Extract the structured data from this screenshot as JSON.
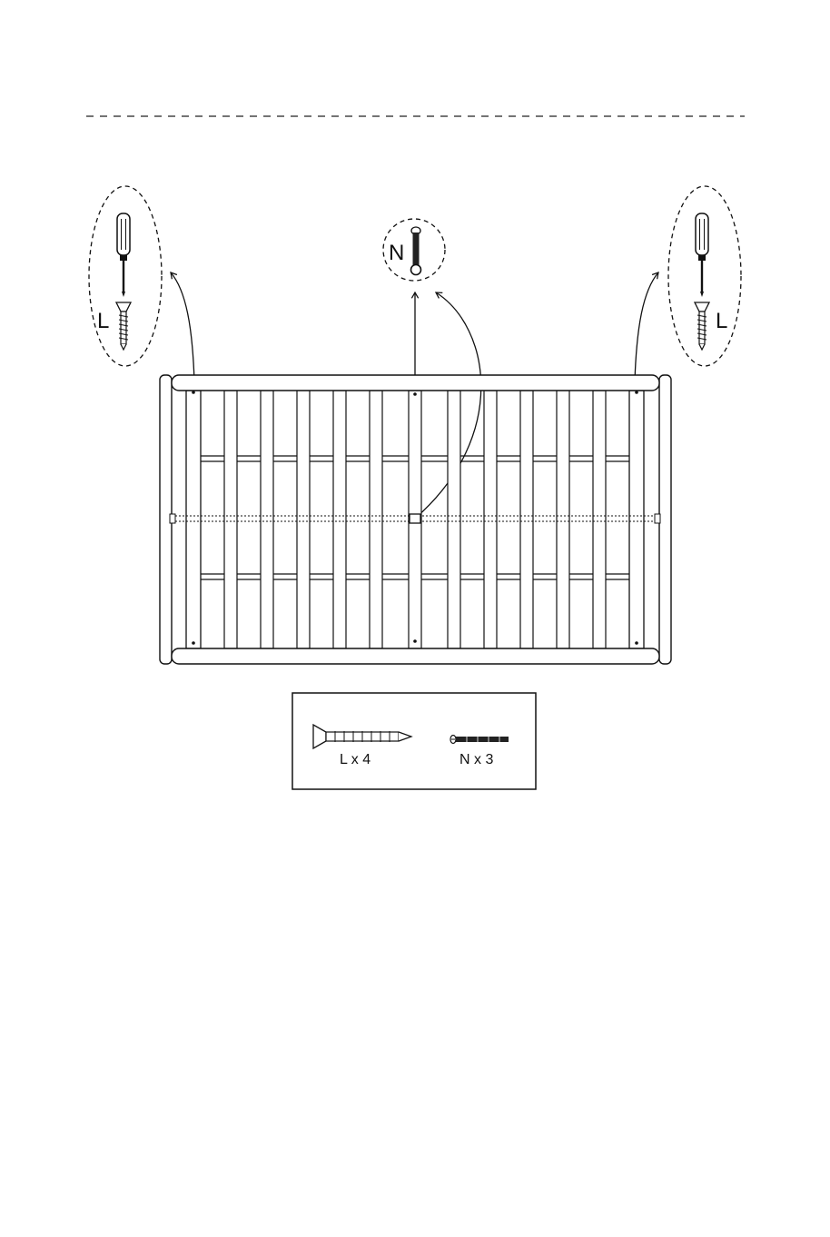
{
  "callouts": {
    "left_letter": "L",
    "center_letter": "N",
    "right_letter": "L"
  },
  "hardware": {
    "screw_l_label": "L x 4",
    "screw_n_label": "N x 3"
  },
  "frame": {
    "slat_count": 11
  }
}
